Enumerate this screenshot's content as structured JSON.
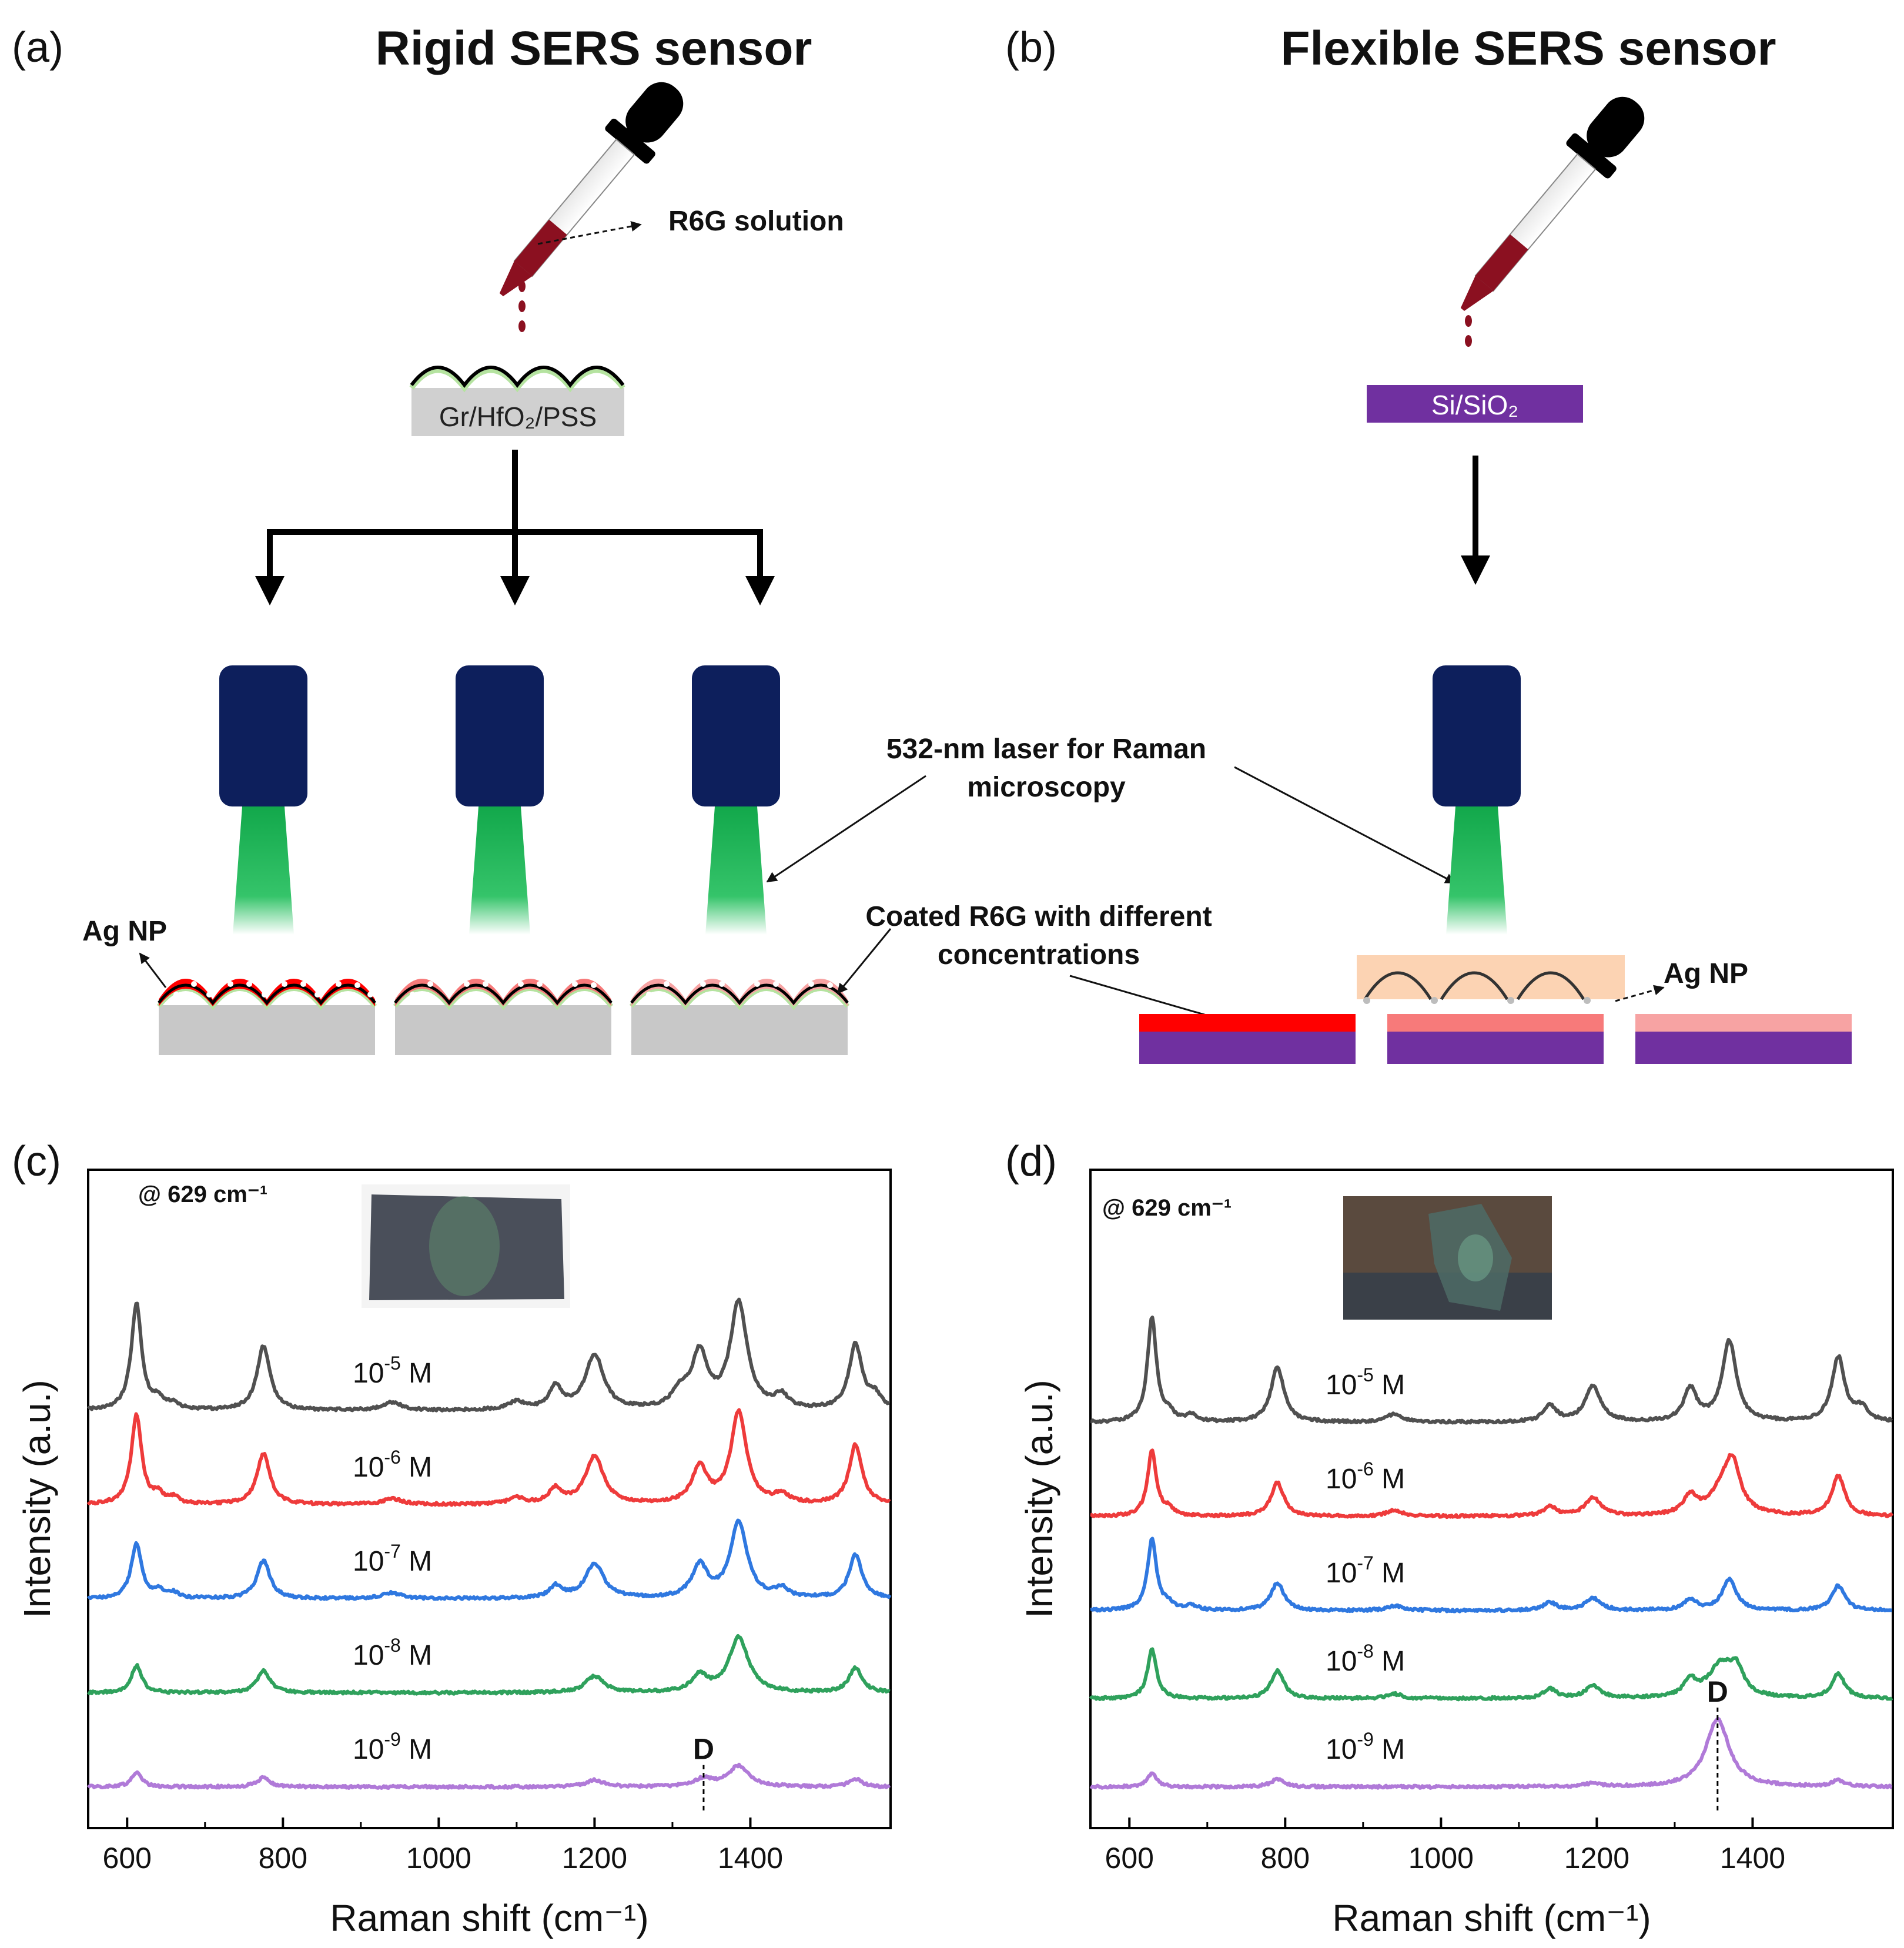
{
  "panels": {
    "a": {
      "label": "(a)",
      "title": "Rigid SERS sensor",
      "r6g_label": "R6G solution",
      "substrate": "Gr/HfO₂/PSS",
      "agnp_label": "Ag NP",
      "coated_label_1": "Coated R6G with different",
      "coated_label_2": "concentrations"
    },
    "b": {
      "label": "(b)",
      "title": "Flexible SERS sensor",
      "substrate": "Si/SiO₂",
      "agnp_label": "Ag NP"
    },
    "laser_label_1": "532-nm laser for Raman",
    "laser_label_2": "microscopy",
    "c": {
      "label": "(c)"
    },
    "d": {
      "label": "(d)"
    }
  },
  "colors": {
    "laser_body": "#0d1f5c",
    "beam": "#1db954",
    "substrate_gray": "#c8c8c8",
    "film_green": "#b5e3a0",
    "purple": "#7030a0",
    "r6g_high": "#ff0000",
    "r6g_mid": "#f77a7a",
    "r6g_low": "#f7a3a3",
    "pmma_tan": "#fcd3b3"
  },
  "chart_data": [
    {
      "type": "line",
      "panel": "(c)",
      "xlabel": "Raman shift (cm⁻¹)",
      "ylabel": "Intensity (a.u.)",
      "xlim": [
        550,
        1580
      ],
      "xticks": [
        600,
        800,
        1000,
        1200,
        1400
      ],
      "annotation_peak": "@ 629 cm⁻¹",
      "d_label": "D",
      "d_position": 1340,
      "series": [
        {
          "name": "10-5 M",
          "mant": "10",
          "exp": "-5",
          "unit": " M",
          "color": "#505050",
          "baseline": 0.0,
          "scale": 1.0,
          "peaks": [
            [
              612,
              330,
              8
            ],
            [
              640,
              30,
              8
            ],
            [
              660,
              20,
              8
            ],
            [
              775,
              200,
              10
            ],
            [
              940,
              25,
              14
            ],
            [
              1100,
              25,
              12
            ],
            [
              1150,
              70,
              10
            ],
            [
              1200,
              170,
              14
            ],
            [
              1310,
              50,
              12
            ],
            [
              1335,
              170,
              12
            ],
            [
              1385,
              330,
              13
            ],
            [
              1440,
              40,
              10
            ],
            [
              1535,
              200,
              10
            ],
            [
              1560,
              40,
              10
            ]
          ]
        },
        {
          "name": "10-6 M",
          "mant": "10",
          "exp": "-6",
          "unit": " M",
          "color": "#ee3b3b",
          "baseline": 0.0,
          "scale": 0.92,
          "peaks": [
            [
              612,
              300,
              8
            ],
            [
              640,
              30,
              8
            ],
            [
              660,
              20,
              8
            ],
            [
              775,
              170,
              10
            ],
            [
              940,
              20,
              14
            ],
            [
              1100,
              20,
              12
            ],
            [
              1150,
              50,
              10
            ],
            [
              1200,
              160,
              14
            ],
            [
              1335,
              120,
              12
            ],
            [
              1385,
              310,
              12
            ],
            [
              1440,
              30,
              10
            ],
            [
              1535,
              200,
              10
            ]
          ]
        },
        {
          "name": "10-7 M",
          "mant": "10",
          "exp": "-7",
          "unit": " M",
          "color": "#2f78e0",
          "baseline": 0.0,
          "scale": 0.9,
          "peaks": [
            [
              612,
              190,
              8
            ],
            [
              640,
              25,
              8
            ],
            [
              660,
              18,
              8
            ],
            [
              775,
              130,
              10
            ],
            [
              940,
              20,
              14
            ],
            [
              1150,
              40,
              10
            ],
            [
              1200,
              120,
              14
            ],
            [
              1335,
              110,
              12
            ],
            [
              1385,
              260,
              13
            ],
            [
              1440,
              30,
              10
            ],
            [
              1535,
              150,
              10
            ]
          ]
        },
        {
          "name": "10-8 M",
          "mant": "10",
          "exp": "-8",
          "unit": " M",
          "color": "#2fa15c",
          "baseline": 0.0,
          "scale": 0.85,
          "peaks": [
            [
              612,
              100,
              8
            ],
            [
              775,
              80,
              10
            ],
            [
              1200,
              60,
              14
            ],
            [
              1335,
              60,
              12
            ],
            [
              1385,
              200,
              15
            ],
            [
              1535,
              90,
              10
            ]
          ]
        },
        {
          "name": "10-9 M",
          "mant": "10",
          "exp": "-9",
          "unit": " M",
          "color": "#b07ad8",
          "baseline": 0.0,
          "scale": 0.8,
          "peaks": [
            [
              612,
              55,
              8
            ],
            [
              775,
              35,
              10
            ],
            [
              1200,
              25,
              14
            ],
            [
              1340,
              30,
              14
            ],
            [
              1385,
              80,
              16
            ],
            [
              1535,
              30,
              10
            ]
          ]
        }
      ]
    },
    {
      "type": "line",
      "panel": "(d)",
      "xlabel": "Raman shift (cm⁻¹)",
      "ylabel": "Intensity (a.u.)",
      "xlim": [
        550,
        1580
      ],
      "xticks": [
        600,
        800,
        1000,
        1200,
        1400
      ],
      "annotation_peak": "@ 629 cm⁻¹",
      "d_label": "D",
      "d_position": 1355,
      "series": [
        {
          "name": "10-5 M",
          "mant": "10",
          "exp": "-5",
          "unit": " M",
          "color": "#505050",
          "baseline": 0.0,
          "scale": 1.0,
          "peaks": [
            [
              629,
              320,
              7
            ],
            [
              650,
              25,
              8
            ],
            [
              680,
              20,
              8
            ],
            [
              790,
              170,
              10
            ],
            [
              940,
              25,
              12
            ],
            [
              1140,
              50,
              10
            ],
            [
              1195,
              110,
              12
            ],
            [
              1320,
              100,
              10
            ],
            [
              1370,
              250,
              11
            ],
            [
              1510,
              200,
              10
            ],
            [
              1540,
              40,
              10
            ]
          ]
        },
        {
          "name": "10-6 M",
          "mant": "10",
          "exp": "-6",
          "unit": " M",
          "color": "#ee3b3b",
          "baseline": 0.0,
          "scale": 0.95,
          "peaks": [
            [
              629,
              210,
              7
            ],
            [
              650,
              20,
              8
            ],
            [
              790,
              110,
              10
            ],
            [
              940,
              20,
              12
            ],
            [
              1140,
              30,
              10
            ],
            [
              1195,
              60,
              12
            ],
            [
              1320,
              60,
              10
            ],
            [
              1365,
              110,
              20
            ],
            [
              1375,
              110,
              10
            ],
            [
              1510,
              130,
              10
            ]
          ]
        },
        {
          "name": "10-7 M",
          "mant": "10",
          "exp": "-7",
          "unit": " M",
          "color": "#2f78e0",
          "baseline": 0.0,
          "scale": 0.95,
          "peaks": [
            [
              629,
              230,
              7
            ],
            [
              650,
              20,
              8
            ],
            [
              680,
              15,
              8
            ],
            [
              790,
              90,
              10
            ],
            [
              940,
              15,
              12
            ],
            [
              1140,
              25,
              10
            ],
            [
              1195,
              40,
              12
            ],
            [
              1320,
              35,
              10
            ],
            [
              1370,
              100,
              11
            ],
            [
              1510,
              80,
              10
            ]
          ]
        },
        {
          "name": "10-8 M",
          "mant": "10",
          "exp": "-8",
          "unit": " M",
          "color": "#2fa15c",
          "baseline": 0.0,
          "scale": 0.95,
          "peaks": [
            [
              629,
              160,
              7
            ],
            [
              790,
              90,
              10
            ],
            [
              940,
              15,
              12
            ],
            [
              1140,
              30,
              10
            ],
            [
              1195,
              40,
              12
            ],
            [
              1320,
              50,
              10
            ],
            [
              1360,
              110,
              20
            ],
            [
              1380,
              70,
              10
            ],
            [
              1510,
              80,
              10
            ]
          ]
        },
        {
          "name": "10-9 M",
          "mant": "10",
          "exp": "-9",
          "unit": " M",
          "color": "#b07ad8",
          "baseline": 0.0,
          "scale": 0.95,
          "peaks": [
            [
              629,
              45,
              7
            ],
            [
              790,
              25,
              10
            ],
            [
              1195,
              10,
              12
            ],
            [
              1355,
              220,
              18
            ],
            [
              1510,
              20,
              10
            ]
          ]
        }
      ]
    }
  ]
}
